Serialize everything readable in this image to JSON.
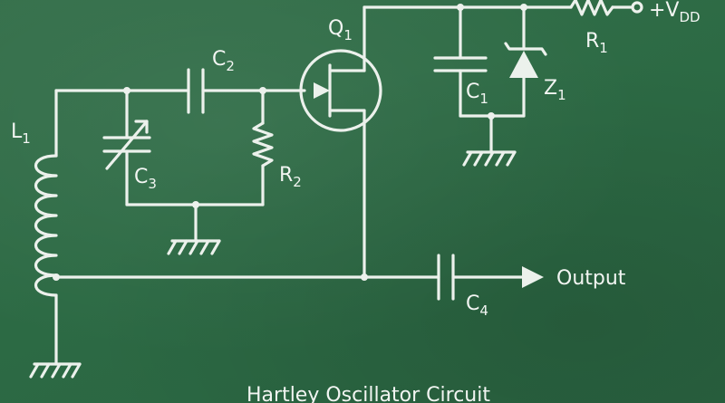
{
  "caption": "Hartley Oscillator Circuit",
  "labels": {
    "L1": {
      "main": "L",
      "sub": "1"
    },
    "C1": {
      "main": "C",
      "sub": "1"
    },
    "C2": {
      "main": "C",
      "sub": "2"
    },
    "C3": {
      "main": "C",
      "sub": "3"
    },
    "C4": {
      "main": "C",
      "sub": "4"
    },
    "R1": {
      "main": "R",
      "sub": "1"
    },
    "R2": {
      "main": "R",
      "sub": "2"
    },
    "Q1": {
      "main": "Q",
      "sub": "1"
    },
    "Z1": {
      "main": "Z",
      "sub": "1"
    },
    "vdd": {
      "main": "+V",
      "sub": "DD"
    },
    "output": "Output"
  }
}
